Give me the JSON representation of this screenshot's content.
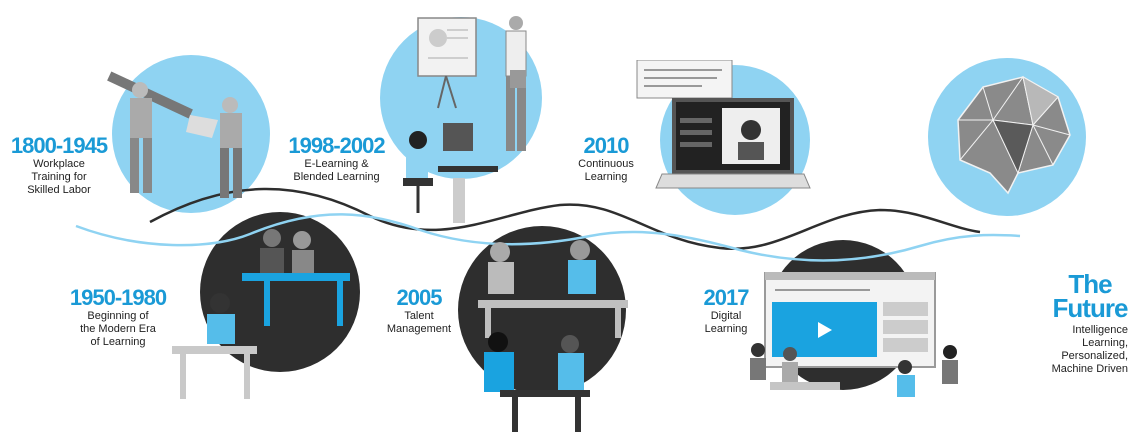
{
  "colors": {
    "accent": "#1a9ad6",
    "light_blue": "#8fd3f2",
    "dark": "#2e2e2e",
    "gray": "#9a9a9a"
  },
  "eras": [
    {
      "year": "1800-1945",
      "description": "Workplace\nTraining for\nSkilled Labor",
      "illustration": "construction-workers-icon"
    },
    {
      "year": "1998-2002",
      "description": "E-Learning &\nBlended Learning",
      "illustration": "presenter-and-desktop-user-icon"
    },
    {
      "year": "2010",
      "description": "Continuous\nLearning",
      "illustration": "laptop-video-call-icon"
    },
    {
      "year": "1950-1980",
      "description": "Beginning of\nthe Modern Era\nof Learning",
      "illustration": "classroom-desk-icon"
    },
    {
      "year": "2005",
      "description": "Talent\nManagement",
      "illustration": "office-meeting-icon"
    },
    {
      "year": "2017",
      "description": "Digital\nLearning",
      "illustration": "video-platform-browser-icon"
    },
    {
      "year": "The\nFuture",
      "description": "Intelligence\nLearning,\nPersonalized,\nMachine Driven",
      "illustration": "polygon-brain-icon"
    }
  ]
}
